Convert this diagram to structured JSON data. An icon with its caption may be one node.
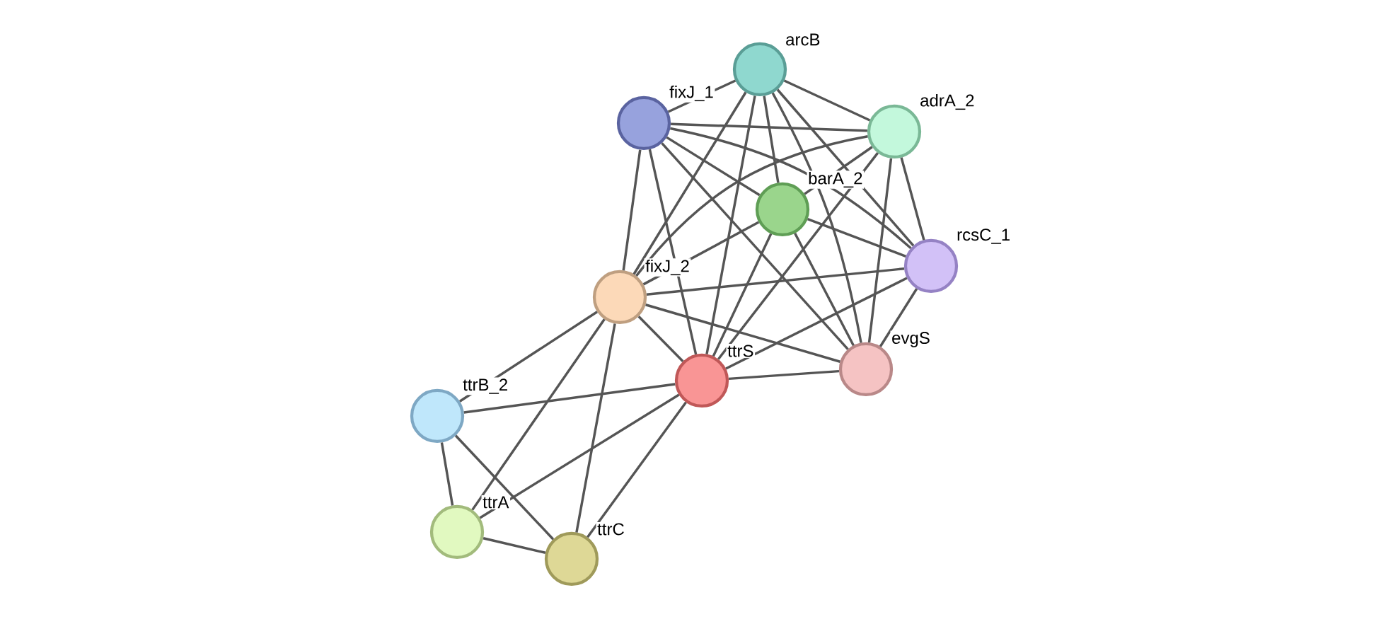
{
  "diagram": {
    "nodes": [
      {
        "text": [
          "arcB"
        ]
      },
      {
        "text": [
          "fixJ_1"
        ]
      },
      {
        "text": [
          "adrA_2"
        ]
      },
      {
        "text": [
          "barA_2"
        ]
      },
      {
        "text": [
          "rcsC_1"
        ]
      },
      {
        "text": [
          "fixJ_2"
        ]
      },
      {
        "text": [
          "ttrS"
        ]
      },
      {
        "text": [
          "evgS"
        ]
      },
      {
        "text": [
          "ttrB_2"
        ]
      },
      {
        "text": [
          "ttrA"
        ]
      },
      {
        "text": [
          "ttrC"
        ]
      }
    ],
    "edges": [
      {
        "from": 0,
        "to": 1,
        "arrow": "none"
      },
      {
        "from": 0,
        "to": 2,
        "arrow": "none"
      },
      {
        "from": 0,
        "to": 3,
        "arrow": "none"
      },
      {
        "from": 0,
        "to": 4,
        "arrow": "none"
      },
      {
        "from": 0,
        "to": 5,
        "arrow": "none"
      },
      {
        "from": 0,
        "to": 6,
        "arrow": "none"
      },
      {
        "from": 0,
        "to": 7,
        "arrow": "none"
      },
      {
        "from": 1,
        "to": 2,
        "arrow": "none"
      },
      {
        "from": 1,
        "to": 3,
        "arrow": "none"
      },
      {
        "from": 1,
        "to": 4,
        "arrow": "none"
      },
      {
        "from": 1,
        "to": 5,
        "arrow": "none"
      },
      {
        "from": 1,
        "to": 6,
        "arrow": "none"
      },
      {
        "from": 1,
        "to": 7,
        "arrow": "none"
      },
      {
        "from": 2,
        "to": 3,
        "arrow": "none"
      },
      {
        "from": 2,
        "to": 4,
        "arrow": "none"
      },
      {
        "from": 2,
        "to": 5,
        "arrow": "none"
      },
      {
        "from": 2,
        "to": 6,
        "arrow": "none"
      },
      {
        "from": 2,
        "to": 7,
        "arrow": "none"
      },
      {
        "from": 3,
        "to": 4,
        "arrow": "none"
      },
      {
        "from": 3,
        "to": 5,
        "arrow": "none"
      },
      {
        "from": 3,
        "to": 6,
        "arrow": "none"
      },
      {
        "from": 3,
        "to": 7,
        "arrow": "none"
      },
      {
        "from": 4,
        "to": 5,
        "arrow": "none"
      },
      {
        "from": 4,
        "to": 6,
        "arrow": "none"
      },
      {
        "from": 4,
        "to": 7,
        "arrow": "none"
      },
      {
        "from": 5,
        "to": 6,
        "arrow": "none"
      },
      {
        "from": 5,
        "to": 7,
        "arrow": "none"
      },
      {
        "from": 6,
        "to": 7,
        "arrow": "none"
      },
      {
        "from": 5,
        "to": 8,
        "arrow": "none"
      },
      {
        "from": 5,
        "to": 9,
        "arrow": "none"
      },
      {
        "from": 5,
        "to": 10,
        "arrow": "none"
      },
      {
        "from": 6,
        "to": 8,
        "arrow": "none"
      },
      {
        "from": 6,
        "to": 9,
        "arrow": "none"
      },
      {
        "from": 6,
        "to": 10,
        "arrow": "none"
      },
      {
        "from": 8,
        "to": 9,
        "arrow": "none"
      },
      {
        "from": 8,
        "to": 10,
        "arrow": "none"
      },
      {
        "from": 9,
        "to": 10,
        "arrow": "none"
      }
    ]
  }
}
